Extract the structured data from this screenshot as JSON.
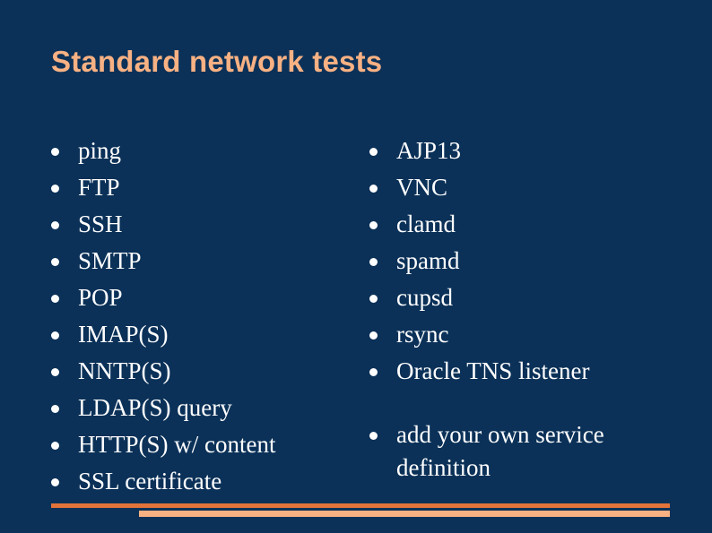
{
  "slide": {
    "title": "Standard network tests",
    "left_column": [
      "ping",
      "FTP",
      "SSH",
      "SMTP",
      "POP",
      "IMAP(S)",
      "NNTP(S)",
      "LDAP(S) query",
      "HTTP(S) w/ content",
      "SSL certificate"
    ],
    "right_column_group1": [
      "AJP13",
      "VNC",
      "clamd",
      "spamd",
      "cupsd",
      "rsync",
      "Oracle TNS listener"
    ],
    "right_column_group2": [
      "add your own service definition"
    ],
    "colors": {
      "background": "#0b3158",
      "title": "#f7b183",
      "body_text": "#ffffff",
      "rule_dark": "#e2733a",
      "rule_light": "#f7b183"
    }
  }
}
